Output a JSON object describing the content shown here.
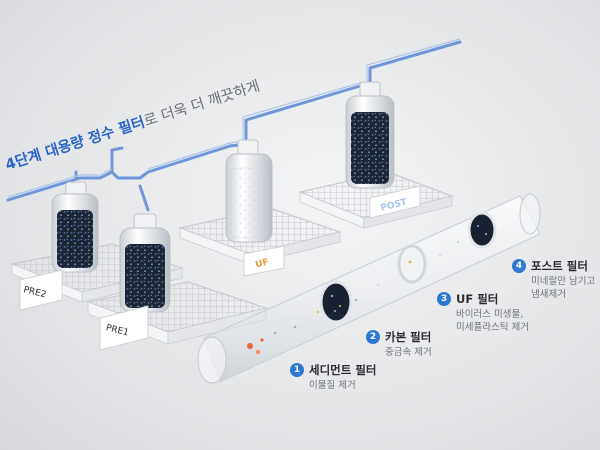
{
  "headline": {
    "prefix": "4단계 대용량 정수 필터",
    "suffix": "로 더욱 더 깨끗하게"
  },
  "filters": {
    "pre2": "PRE2",
    "pre1": "PRE1",
    "uf": "UF",
    "post": "POST"
  },
  "steps": [
    {
      "number": "1",
      "title": "세디먼트 필터",
      "desc": [
        "이물질 제거"
      ]
    },
    {
      "number": "2",
      "title": "카본 필터",
      "desc": [
        "중금속 제거"
      ]
    },
    {
      "number": "3",
      "title": "UF 필터",
      "desc": [
        "바이러스 미생물,",
        "미세플라스틱 제거"
      ]
    },
    {
      "number": "4",
      "title": "포스트 필터",
      "desc": [
        "미네랄만 남기고",
        "냄새제거"
      ]
    }
  ],
  "colors": {
    "accent": "#2a66c9",
    "pipe": "#6f97da",
    "badge": "#2e78d2",
    "carbon": "#1f2a3a",
    "label_uf": "#e89a3a",
    "label_post": "#a9c4ec"
  }
}
